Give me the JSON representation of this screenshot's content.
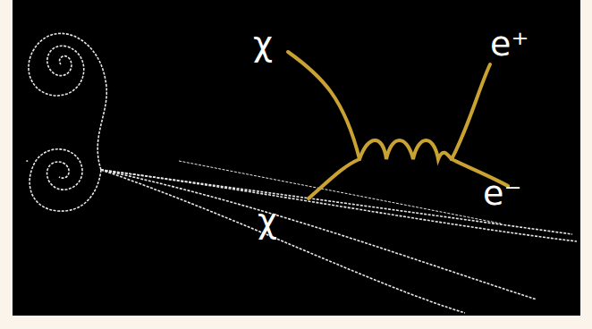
{
  "diagram": {
    "labels": [
      "χ",
      "χ",
      "e⁺",
      "e⁻"
    ]
  }
}
